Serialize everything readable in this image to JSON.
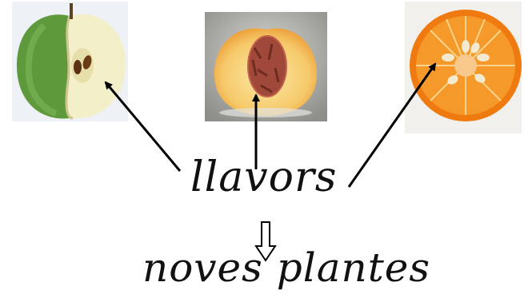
{
  "diagram": {
    "source_word": "llavors",
    "result_phrase": "noves plantes",
    "fruits": [
      {
        "name": "apple",
        "icon": "apple-half-icon"
      },
      {
        "name": "peach",
        "icon": "peach-half-icon"
      },
      {
        "name": "orange",
        "icon": "orange-half-icon"
      }
    ]
  },
  "colors": {
    "apple_skin": "#5e9a3c",
    "apple_flesh": "#f3efc9",
    "peach_skin": "#f0a53b",
    "peach_pit": "#a0493a",
    "orange_peel": "#ee7a10",
    "arrow": "#000000"
  }
}
